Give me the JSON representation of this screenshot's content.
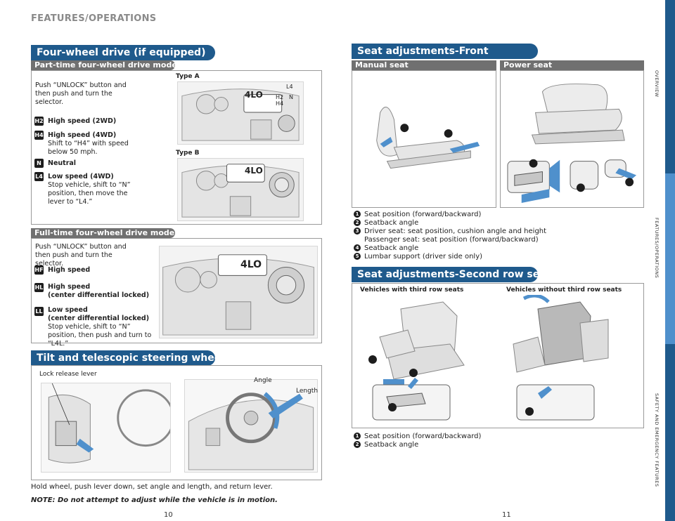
{
  "header": {
    "title": "FEATURES/OPERATIONS"
  },
  "left": {
    "fwd": {
      "title": "Four-wheel drive (if equipped)",
      "parttime": {
        "title": "Part-time four-wheel drive models",
        "intro": "Push “UNLOCK” button and then push and turn the selector.",
        "type_a": "Type A",
        "type_b": "Type B",
        "items": [
          {
            "badge": "H2",
            "title": "High speed (2WD)",
            "desc": ""
          },
          {
            "badge": "H4",
            "title": "High speed (4WD)",
            "desc": "Shift to “H4” with speed below 50 mph."
          },
          {
            "badge": "N",
            "title": "Neutral",
            "desc": ""
          },
          {
            "badge": "L4",
            "title": "Low speed (4WD)",
            "desc": "Stop vehicle, shift to “N” position, then move the lever to “L4.”"
          }
        ],
        "display_text": "4LO",
        "lever_labels": {
          "h2": "H2",
          "h4": "H4",
          "n": "N",
          "l4": "L4"
        }
      },
      "fulltime": {
        "title": "Full-time four-wheel drive models",
        "intro": "Push “UNLOCK” button and then push and turn the selector.",
        "items": [
          {
            "badge": "HF",
            "title": "High speed",
            "title2": "",
            "desc": ""
          },
          {
            "badge": "HL",
            "title": "High speed",
            "title2": "(center differential locked)",
            "desc": ""
          },
          {
            "badge": "LL",
            "title": "Low speed",
            "title2": "(center differential locked)",
            "desc": "Stop vehicle, shift to “N” position, then push and turn to “L4L.”"
          }
        ],
        "display_text": "4LO"
      }
    },
    "tilt": {
      "title": "Tilt and telescopic steering wheel",
      "lock_label": "Lock release lever",
      "angle_label": "Angle",
      "length_label": "Length",
      "instruction": "Hold wheel, push lever down, set angle and length, and return lever.",
      "note": "NOTE: Do not attempt to adjust while the vehicle is in motion."
    },
    "page_number": "10"
  },
  "right": {
    "front": {
      "title": "Seat adjustments-Front",
      "manual_label": "Manual seat",
      "power_label": "Power seat",
      "items": [
        {
          "n": "1",
          "text": "Seat position (forward/backward)"
        },
        {
          "n": "2",
          "text": "Seatback angle"
        },
        {
          "n": "3",
          "text": "Driver seat: seat position, cushion angle and height"
        },
        {
          "n": "",
          "text": "Passenger seat: seat position (forward/backward)"
        },
        {
          "n": "4",
          "text": "Seatback angle"
        },
        {
          "n": "5",
          "text": "Lumbar support (driver side only)"
        }
      ]
    },
    "second": {
      "title": "Seat adjustments-Second row seats",
      "with_third": "Vehicles with third row seats",
      "without_third": "Vehicles without third row seats",
      "items": [
        {
          "n": "1",
          "text": "Seat position (forward/backward)"
        },
        {
          "n": "2",
          "text": "Seatback angle"
        }
      ]
    },
    "page_number": "11"
  },
  "side_tabs": {
    "labels": [
      "OVERVIEW",
      "FEATURES/OPERATIONS",
      "SAFETY AND EMERGENCY FEATURES"
    ]
  },
  "colors": {
    "banner": "#1f5a8c",
    "subbar": "#707070",
    "accent": "#4f90cc"
  }
}
